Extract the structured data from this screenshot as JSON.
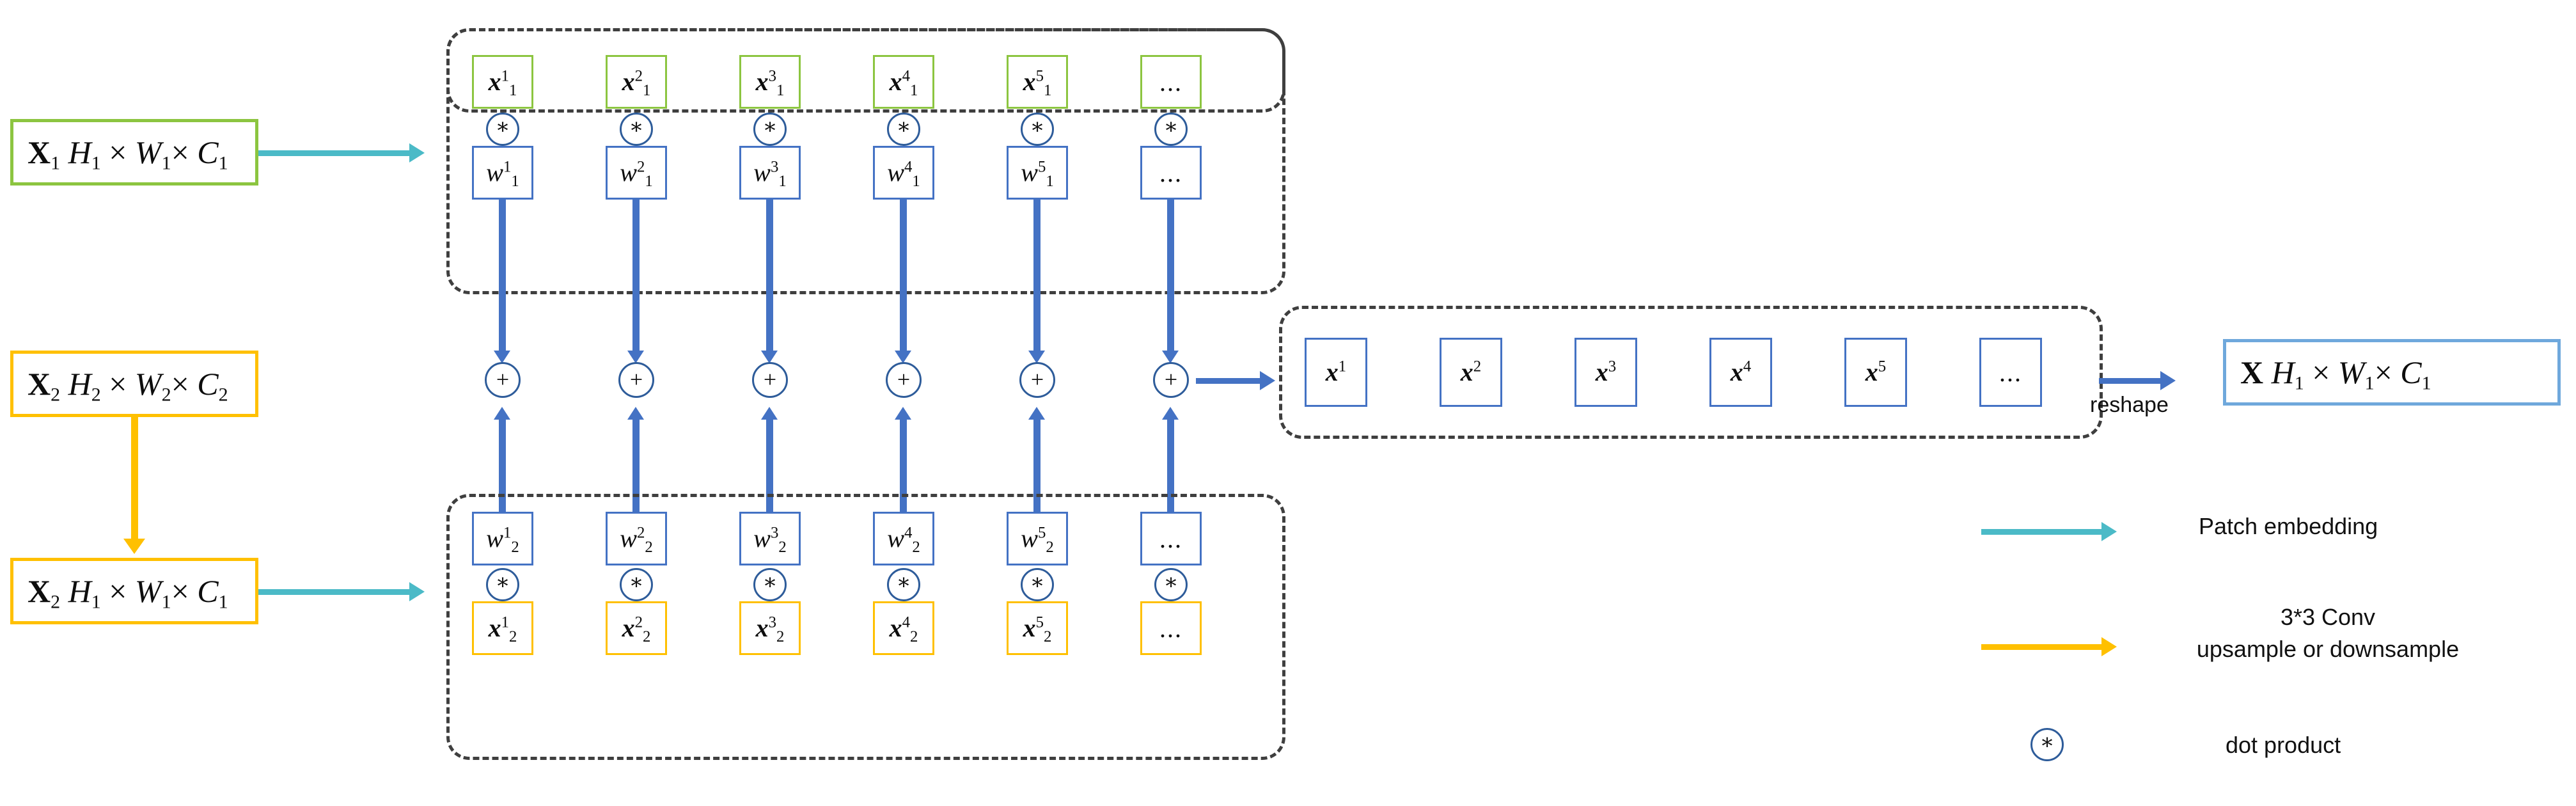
{
  "diagram": {
    "title": "Multi-scale patch embedding fusion",
    "colors": {
      "green": "#8CC540",
      "orange": "#FFC000",
      "blue": "#4472C4",
      "light_blue": "#6FA8DC",
      "teal": "#4BBAC7",
      "dark_dashed": "#3F3F3F",
      "op_circle": "#2E5C9A"
    }
  },
  "inputs": {
    "x1": {
      "symbol": "X",
      "sub": "1",
      "shape": "H₁ × W₁× C₁",
      "h": "H",
      "h_sub": "1",
      "w": "W",
      "w_sub": "1",
      "c": "C",
      "c_sub": "1"
    },
    "x2_native": {
      "symbol": "X",
      "sub": "2",
      "shape": "H₂ × W₂× C₂",
      "h": "H",
      "h_sub": "2",
      "w": "W",
      "w_sub": "2",
      "c": "C",
      "c_sub": "2"
    },
    "x2_resampled": {
      "symbol": "X",
      "sub": "2",
      "shape": "H₁ × W₁× C₁",
      "h": "H",
      "h_sub": "1",
      "w": "W",
      "w_sub": "1",
      "c": "C",
      "c_sub": "1"
    }
  },
  "branch_top": {
    "tokens": [
      {
        "base": "x",
        "sup": "1",
        "sub": "1"
      },
      {
        "base": "x",
        "sup": "2",
        "sub": "1"
      },
      {
        "base": "x",
        "sup": "3",
        "sub": "1"
      },
      {
        "base": "x",
        "sup": "4",
        "sub": "1"
      },
      {
        "base": "x",
        "sup": "5",
        "sub": "1"
      },
      {
        "base": "...",
        "sup": "",
        "sub": ""
      }
    ],
    "weights": [
      {
        "base": "w",
        "sup": "1",
        "sub": "1"
      },
      {
        "base": "w",
        "sup": "2",
        "sub": "1"
      },
      {
        "base": "w",
        "sup": "3",
        "sub": "1"
      },
      {
        "base": "w",
        "sup": "4",
        "sub": "1"
      },
      {
        "base": "w",
        "sup": "5",
        "sub": "1"
      },
      {
        "base": "...",
        "sup": "",
        "sub": ""
      }
    ]
  },
  "branch_bottom": {
    "weights": [
      {
        "base": "w",
        "sup": "1",
        "sub": "2"
      },
      {
        "base": "w",
        "sup": "2",
        "sub": "2"
      },
      {
        "base": "w",
        "sup": "3",
        "sub": "2"
      },
      {
        "base": "w",
        "sup": "4",
        "sub": "2"
      },
      {
        "base": "w",
        "sup": "5",
        "sub": "2"
      },
      {
        "base": "...",
        "sup": "",
        "sub": ""
      }
    ],
    "tokens": [
      {
        "base": "x",
        "sup": "1",
        "sub": "2"
      },
      {
        "base": "x",
        "sup": "2",
        "sub": "2"
      },
      {
        "base": "x",
        "sup": "3",
        "sub": "2"
      },
      {
        "base": "x",
        "sup": "4",
        "sub": "2"
      },
      {
        "base": "x",
        "sup": "5",
        "sub": "2"
      },
      {
        "base": "...",
        "sup": "",
        "sub": ""
      }
    ]
  },
  "operators": {
    "dot_symbol": "∗",
    "sum_symbol": "+"
  },
  "output": {
    "tokens": [
      {
        "base": "x",
        "sup": "1"
      },
      {
        "base": "x",
        "sup": "2"
      },
      {
        "base": "x",
        "sup": "3"
      },
      {
        "base": "x",
        "sup": "4"
      },
      {
        "base": "x",
        "sup": "5"
      },
      {
        "base": "...",
        "sup": ""
      }
    ],
    "reshape_label": "reshape",
    "final": {
      "symbol": "X",
      "shape": "H₁ × W₁× C₁",
      "h": "H",
      "h_sub": "1",
      "w": "W",
      "w_sub": "1",
      "c": "C",
      "c_sub": "1"
    }
  },
  "legend": {
    "items": [
      {
        "marker": "teal-arrow",
        "label_line1": "Patch embedding",
        "label_line2": ""
      },
      {
        "marker": "amber-arrow",
        "label_line1": "3*3 Conv",
        "label_line2": "upsample or downsample"
      },
      {
        "marker": "star-circle",
        "label_line1": "dot product",
        "label_line2": ""
      }
    ]
  }
}
